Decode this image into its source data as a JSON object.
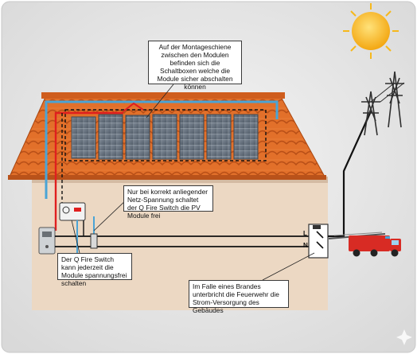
{
  "callouts": {
    "montage": "Auf der Montageschiene zwischen den Modulen befinden sich die Schaltboxen welche die Module sicher abschalten können",
    "netz": "Nur bei korrekt anliegender Netz-Spannung schaltet der Q Fire Switch die PV Module frei",
    "qfire": "Der Q Fire Switch kann jederzeit die Module spannungsfrei schalten",
    "brand": "Im Falle eines Brandes unterbricht die Feuerwehr die Strom-Versorgung des Gebäudes"
  },
  "wiring_labels": {
    "line": "L",
    "neutral": "N"
  },
  "colors": {
    "background": "#e6e6e6",
    "roof_tile": "#e2702a",
    "wall": "#ecd8c3",
    "sun": "#f6b81c",
    "dc_red": "#e01f1f",
    "blue_bus": "#4aa4d6",
    "fire_truck": "#d82b24"
  },
  "icons": [
    "sun-icon",
    "power-pylon-icon",
    "fire-truck-icon",
    "inverter-icon",
    "q-fire-switch-icon",
    "main-switch-icon",
    "solar-panel-icon"
  ]
}
